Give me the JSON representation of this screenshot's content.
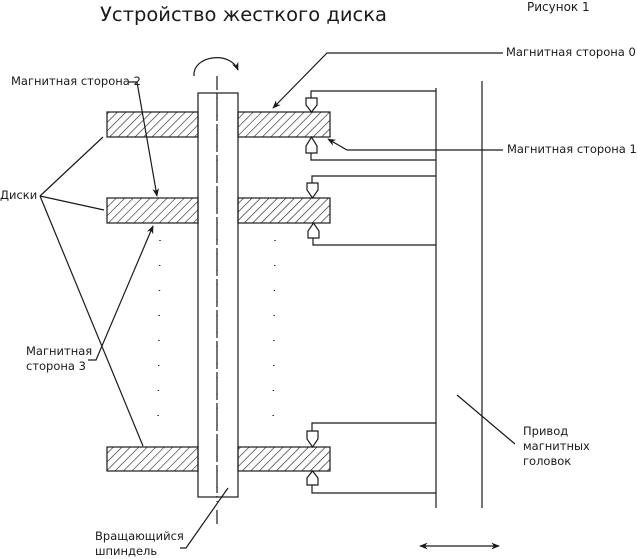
{
  "title": "Устройство жесткого диска",
  "figure_label": "Рисунок 1",
  "labels": {
    "side0": "Магнитная сторона 0",
    "side1": "Магнитная сторона 1",
    "side2": "Магнитная сторона 2",
    "side3_line1": "Магнитная",
    "side3_line2": "сторона 3",
    "disks": "Диски",
    "spindle_line1": "Вращающийся",
    "spindle_line2": "шпиндель",
    "actuator_line1": "Привод",
    "actuator_line2": "магнитных",
    "actuator_line3": "головок"
  },
  "components": {
    "disk_count_shown": 3,
    "head_count_shown": 6,
    "spindle_rotation": "clockwise",
    "actuator_motion": "horizontal, both directions"
  },
  "colors": {
    "line": "#1a1a1a",
    "background": "#ffffff"
  }
}
